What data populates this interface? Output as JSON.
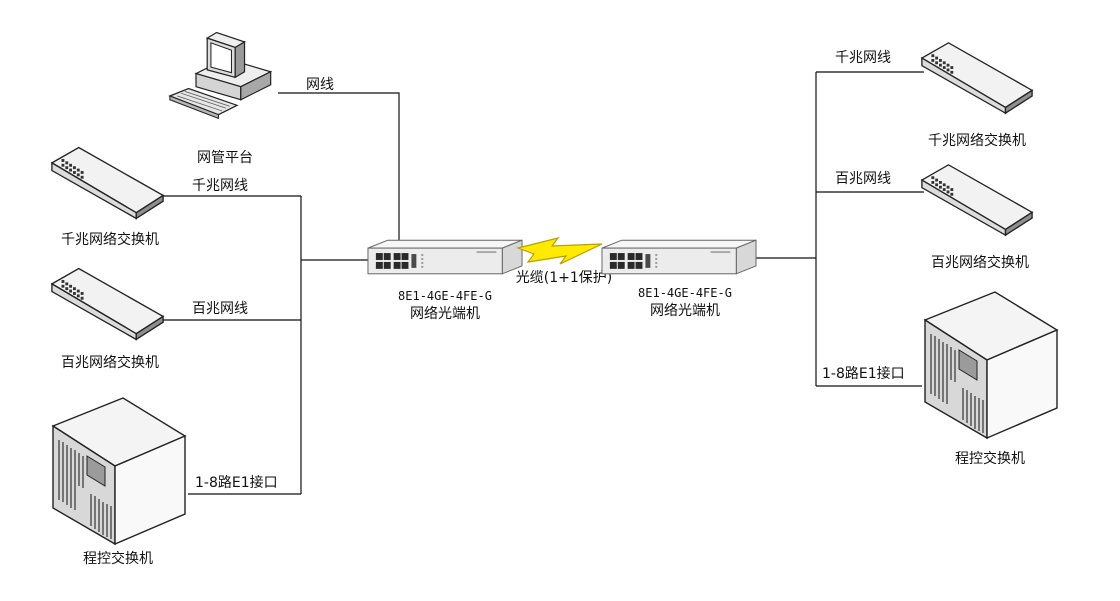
{
  "colors": {
    "wire": "#111111",
    "device_top": "#f2f2f2",
    "device_front": "#e0e0e0",
    "device_side": "#9a9a9a",
    "port_dark": "#2a2a2a",
    "lightning_fill": "#ffea00",
    "lightning_stroke": "#b8a000"
  },
  "left": {
    "management_platform": {
      "label": "网管平台",
      "icon": "desktop-computer-icon"
    },
    "management_link_label": "网线",
    "gigabit_switch": {
      "label": "千兆网络交换机",
      "icon": "network-switch-icon"
    },
    "gigabit_link_label": "千兆网线",
    "fast_switch": {
      "label": "百兆网络交换机",
      "icon": "network-switch-icon"
    },
    "fast_link_label": "百兆网线",
    "pbx": {
      "label": "程控交换机",
      "icon": "pbx-tower-icon"
    },
    "e1_link_label": "1-8路E1接口",
    "optical_terminal": {
      "model": "8E1-4GE-4FE-G",
      "label": "网络光端机",
      "icon": "rack-optical-terminal-icon"
    }
  },
  "fiber_link": {
    "label": "光缆(1+1保护)",
    "icon": "lightning-bolt-icon"
  },
  "right": {
    "optical_terminal": {
      "model": "8E1-4GE-4FE-G",
      "label": "网络光端机",
      "icon": "rack-optical-terminal-icon"
    },
    "gigabit_link_label": "千兆网线",
    "gigabit_switch": {
      "label": "千兆网络交换机",
      "icon": "network-switch-icon"
    },
    "fast_link_label": "百兆网线",
    "fast_switch": {
      "label": "百兆网络交换机",
      "icon": "network-switch-icon"
    },
    "e1_link_label": "1-8路E1接口",
    "pbx": {
      "label": "程控交换机",
      "icon": "pbx-tower-icon"
    }
  }
}
